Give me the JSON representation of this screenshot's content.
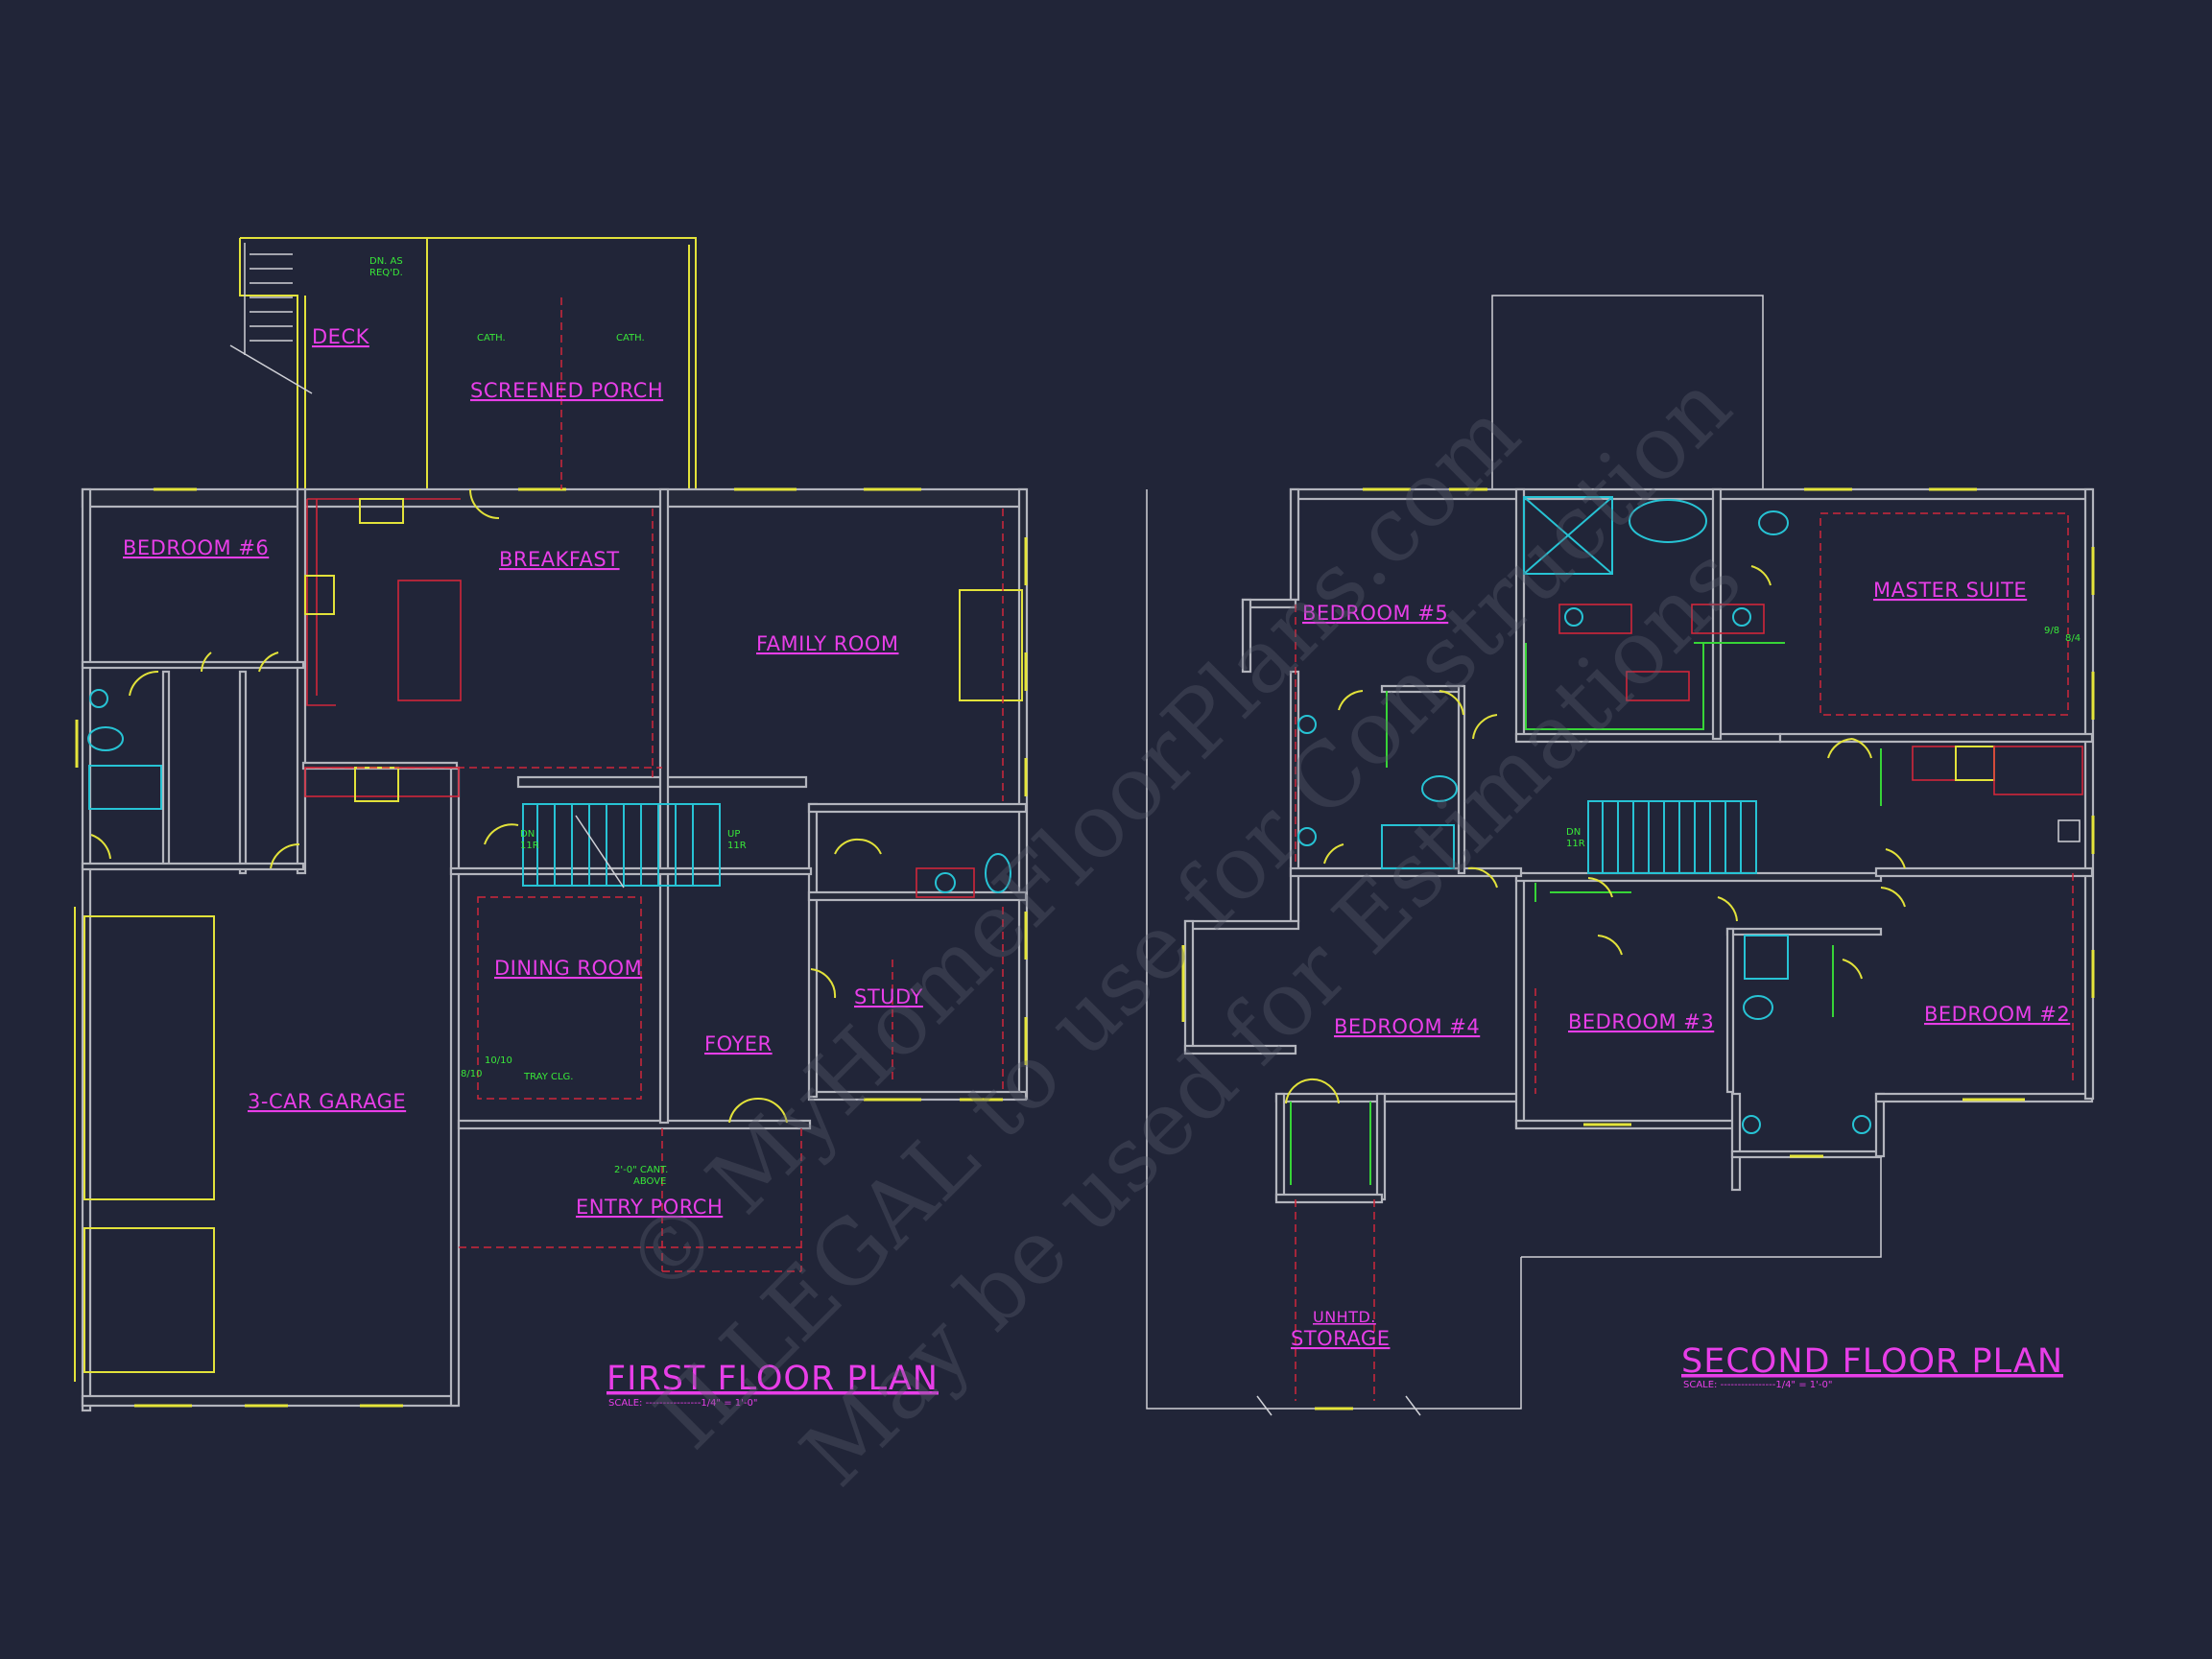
{
  "first_floor": {
    "title": "FIRST FLOOR PLAN",
    "scale": "SCALE: ----------------1/4\" = 1'-0\"",
    "rooms": {
      "deck": "DECK",
      "screened_porch": "SCREENED PORCH",
      "bedroom6": "BEDROOM #6",
      "breakfast": "BREAKFAST",
      "family_room": "FAMILY ROOM",
      "dining_room": "DINING ROOM",
      "study": "STUDY",
      "foyer": "FOYER",
      "garage": "3-CAR GARAGE",
      "entry_porch": "ENTRY PORCH"
    },
    "notes": {
      "dn_as_reqd_1": "DN. AS",
      "dn_as_reqd_2": "REQ'D.",
      "cath_left": "CATH.",
      "cath_right": "CATH.",
      "dn_label": "DN",
      "dn_label_2": "11R",
      "up_label": "UP",
      "up_label_2": "11R",
      "tray": "TRAY CLG.",
      "cant_1": "2'-0\" CANT.",
      "cant_2": "ABOVE",
      "height_a": "10/10",
      "height_b": "8/10"
    }
  },
  "second_floor": {
    "title": "SECOND FLOOR PLAN",
    "scale": "SCALE: ----------------1/4\" = 1'-0\"",
    "rooms": {
      "bedroom5": "BEDROOM #5",
      "master_suite": "MASTER SUITE",
      "bedroom4": "BEDROOM #4",
      "bedroom3": "BEDROOM #3",
      "bedroom2": "BEDROOM #2",
      "storage_1": "UNHTD.",
      "storage_2": "STORAGE"
    },
    "notes": {
      "dn_label": "DN",
      "dn_label_2": "11R",
      "ms_a": "9/8",
      "ms_b": "8/4"
    }
  },
  "watermark": {
    "line1": "© MyHomeFloorPlans.com",
    "line2": "ILLEGAL to use for Construction",
    "line3": "May be used for Estimations"
  },
  "colors": {
    "background": "#212538",
    "room_label": "#e83ee8",
    "wall": "#b3b5bd",
    "window": "#e5e53a",
    "dimension_dash": "#d0263a",
    "note": "#39e839",
    "fixture": "#27c3d4"
  }
}
